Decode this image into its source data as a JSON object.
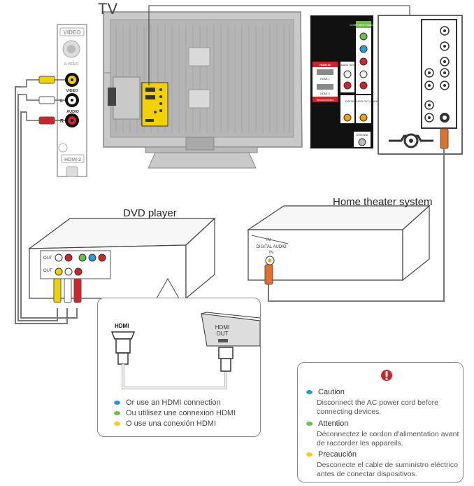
{
  "titles": {
    "tv": "TV",
    "dvd": "DVD player",
    "home_theater": "Home theater system"
  },
  "tv_side_panel": {
    "video_header": "VIDEO",
    "svideo": "S-VIDEO",
    "video": "VIDEO",
    "audio": "AUDIO",
    "left": "L",
    "right": "R",
    "hdmi2": "HDMI 2"
  },
  "tv_back_panel": {
    "hdmi_in": "HDMI IN",
    "hdmi1": "HDMI 1",
    "hdmi3": "HDMI 3",
    "recommended": "Recommended",
    "audio_out": "AUDIO OUT",
    "digital_audio_out": "DIGITAL AUDIO OUT (COAXIAL)",
    "antenna": "ANTENNA",
    "component": "COMPONENT VIDEO IN"
  },
  "dvd_ports": {
    "out1": "OUT",
    "out2": "OUT"
  },
  "home_theater_ports": {
    "in_label": "IN",
    "digital_audio": "DIGITAL AUDIO",
    "in2": "IN"
  },
  "hdmi_detail": {
    "hdmi_logo": "HDMI",
    "hdmi_out_line1": "HDMI",
    "hdmi_out_line2": "OUT",
    "notes": [
      {
        "color": "#2b9bd8",
        "text": "Or use an HDMI connection"
      },
      {
        "color": "#6cc04a",
        "text": "Ou utilisez une connexion HDMI"
      },
      {
        "color": "#f1d20f",
        "text": "O use una conexión HDMI"
      }
    ]
  },
  "caution": {
    "icon": "exclamation-icon",
    "items": [
      {
        "color": "#2b9bd8",
        "title": "Caution",
        "text": "Disconnect the AC power cord before connecting devices."
      },
      {
        "color": "#6cc04a",
        "title": "Attention",
        "text": "Déconnectez le cordon d'alimentation avant de raccorder les appareils."
      },
      {
        "color": "#f1d20f",
        "title": "Precaución",
        "text": "Desconecte el cable de suministro eléctrico antes de conectar dispositivos."
      }
    ]
  },
  "colors": {
    "accent_red": "#d2232a",
    "rca_yellow": "#f2d100",
    "panel_grey": "#bfbfbf"
  }
}
